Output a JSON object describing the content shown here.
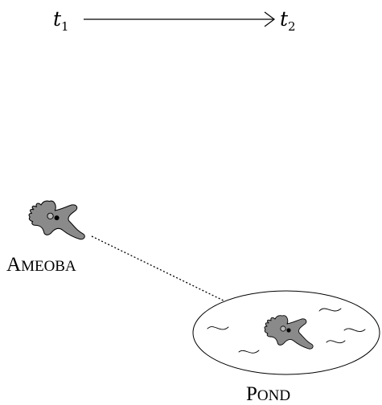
{
  "time_arrow": {
    "start": {
      "symbol": "t",
      "subscript": "1"
    },
    "end": {
      "symbol": "t",
      "subscript": "2"
    }
  },
  "labels": {
    "ameoba": {
      "initial": "A",
      "rest": "MEOBA"
    },
    "pond": {
      "initial": "P",
      "rest": "OND"
    }
  },
  "colors": {
    "ink": "#000000",
    "amoeba_fill": "#8a8a8a",
    "pond_fill": "#ffffff"
  },
  "icons": {
    "amoeba_left": "amoeba-icon",
    "amoeba_in_pond": "amoeba-icon"
  }
}
